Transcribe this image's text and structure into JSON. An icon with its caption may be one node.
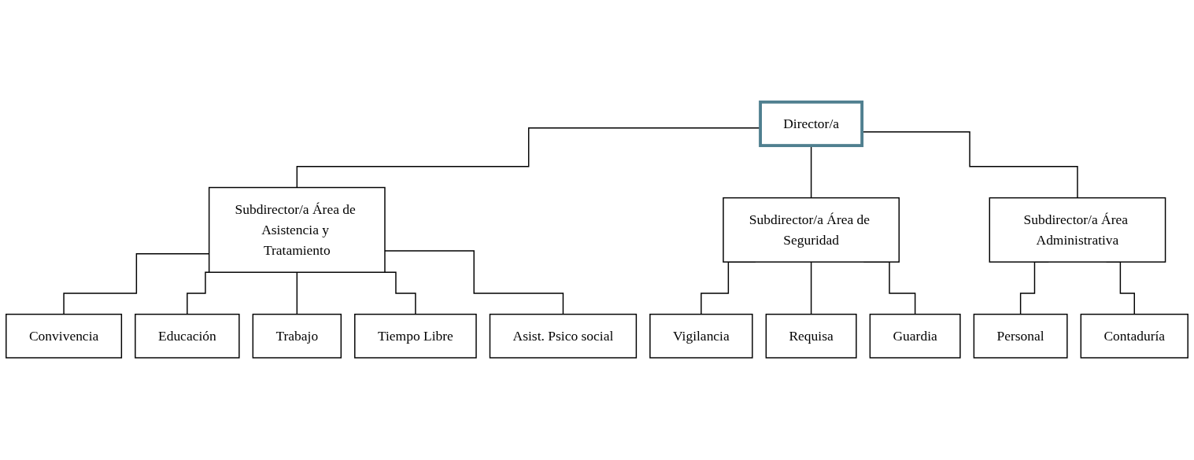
{
  "diagram": {
    "nodes": [
      {
        "text": [
          "Director/a"
        ]
      },
      {
        "text": [
          "Subdirector/a Área de Asistencia y Tratamiento"
        ]
      },
      {
        "text": [
          "Subdirector/a Área de Seguridad"
        ]
      },
      {
        "text": [
          "Subdirector/a Área Administrativa"
        ]
      },
      {
        "text": [
          "Convivencia"
        ]
      },
      {
        "text": [
          "Educación"
        ]
      },
      {
        "text": [
          "Trabajo"
        ]
      },
      {
        "text": [
          "Tiempo Libre"
        ]
      },
      {
        "text": [
          "Asist. Psico social"
        ]
      },
      {
        "text": [
          "Vigilancia"
        ]
      },
      {
        "text": [
          "Requisa"
        ]
      },
      {
        "text": [
          "Guardia"
        ]
      },
      {
        "text": [
          "Personal"
        ]
      },
      {
        "text": [
          "Contaduría"
        ]
      }
    ],
    "edges": [
      {
        "from": 0,
        "to": 1,
        "arrow": "none"
      },
      {
        "from": 0,
        "to": 2,
        "arrow": "none"
      },
      {
        "from": 0,
        "to": 3,
        "arrow": "none"
      },
      {
        "from": 1,
        "to": 4,
        "arrow": "none"
      },
      {
        "from": 1,
        "to": 5,
        "arrow": "none"
      },
      {
        "from": 1,
        "to": 6,
        "arrow": "none"
      },
      {
        "from": 1,
        "to": 7,
        "arrow": "none"
      },
      {
        "from": 1,
        "to": 8,
        "arrow": "none"
      },
      {
        "from": 2,
        "to": 9,
        "arrow": "none"
      },
      {
        "from": 2,
        "to": 10,
        "arrow": "none"
      },
      {
        "from": 2,
        "to": 11,
        "arrow": "none"
      },
      {
        "from": 3,
        "to": 12,
        "arrow": "none"
      },
      {
        "from": 3,
        "to": 13,
        "arrow": "none"
      }
    ]
  }
}
